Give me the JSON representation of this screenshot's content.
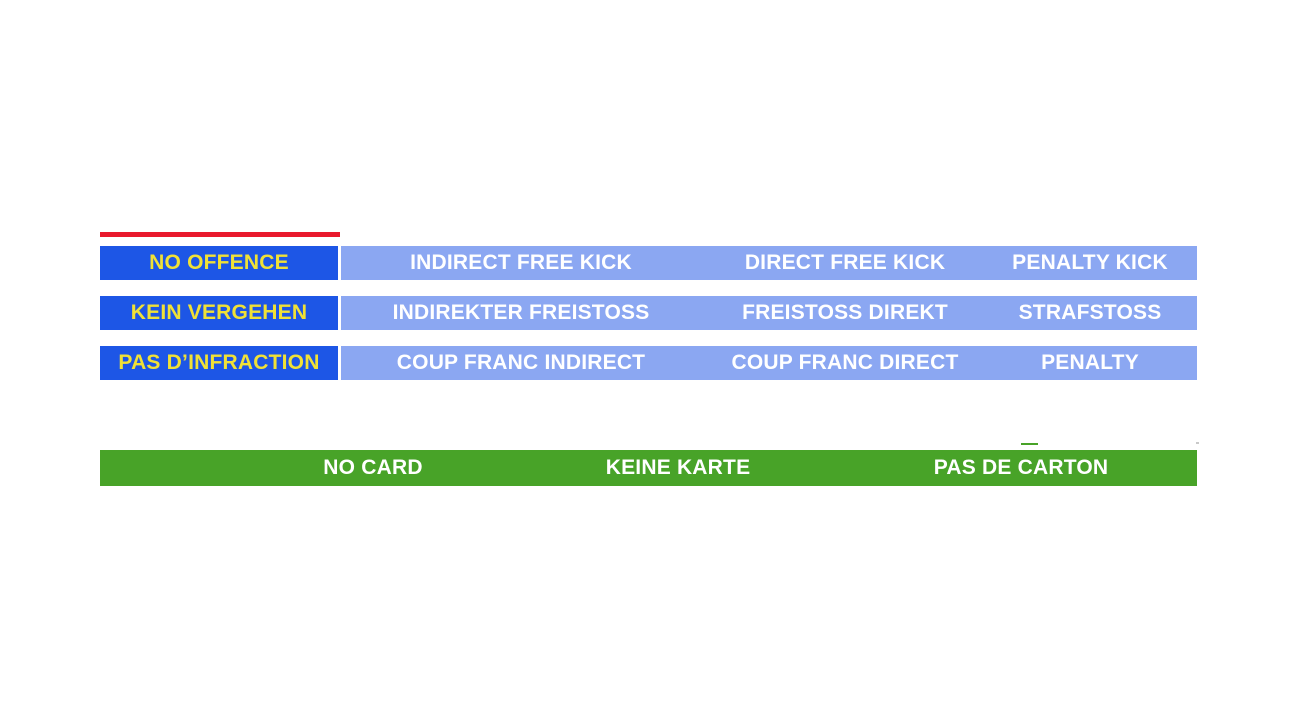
{
  "palette": {
    "dark_blue": "#1d56e6",
    "light_blue": "#8ba7f2",
    "yellow": "#f0e136",
    "red": "#e9192d",
    "green": "#48a328"
  },
  "rows": [
    {
      "offence": "NO OFFENCE",
      "kicks": [
        "INDIRECT FREE KICK",
        "DIRECT FREE KICK",
        "PENALTY KICK"
      ]
    },
    {
      "offence": "KEIN VERGEHEN",
      "kicks": [
        "INDIREKTER FREISTOSS",
        "FREISTOSS DIREKT",
        "STRAFSTOSS"
      ]
    },
    {
      "offence": "PAS D’INFRACTION",
      "kicks": [
        "COUP FRANC INDIRECT",
        "COUP FRANC DIRECT",
        "PENALTY"
      ]
    }
  ],
  "card_bar": {
    "labels": [
      "NO CARD",
      "KEINE KARTE",
      "PAS DE CARTON"
    ]
  }
}
